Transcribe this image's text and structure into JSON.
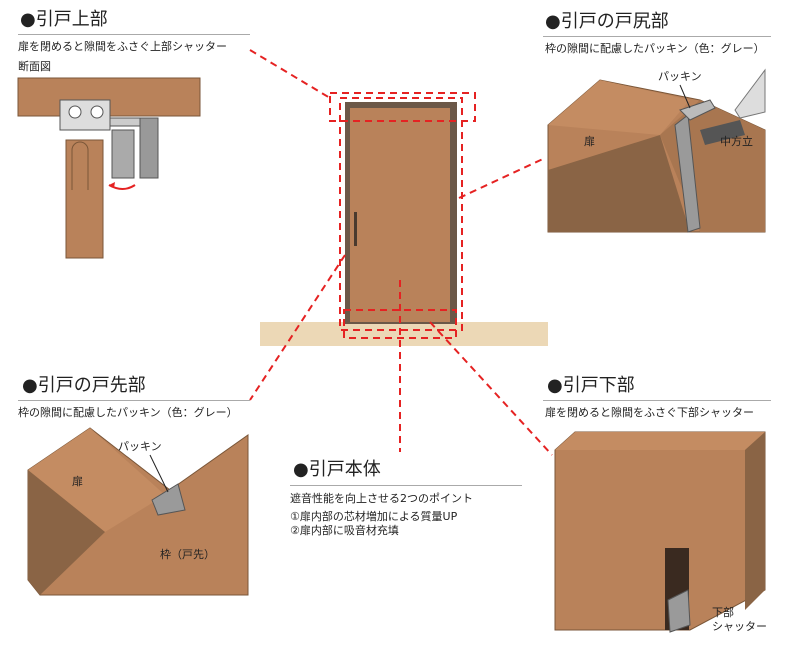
{
  "sections": {
    "top": {
      "title": "●引戸上部",
      "desc": "扉を閉めると隙間をふさぐ上部シャッター",
      "sub": "断面図"
    },
    "tail": {
      "title": "●引戸の戸尻部",
      "desc": "枠の隙間に配慮したパッキン（色：グレー）",
      "labels": {
        "door": "扉",
        "packing": "パッキン",
        "mullion": "中方立"
      }
    },
    "lead": {
      "title": "●引戸の戸先部",
      "desc": "枠の隙間に配慮したパッキン（色：グレー）",
      "labels": {
        "door": "扉",
        "packing": "パッキン",
        "frame": "枠（戸先）"
      }
    },
    "body": {
      "title": "●引戸本体",
      "desc": "遮音性能を向上させる2つのポイント",
      "points": [
        "①扉内部の芯材増加による質量UP",
        "②扉内部に吸音材充填"
      ]
    },
    "bottom": {
      "title": "●引戸下部",
      "desc": "扉を閉めると隙間をふさぐ下部シャッター",
      "labels": {
        "shutter_1": "下部",
        "shutter_2": "シャッター"
      }
    }
  },
  "colors": {
    "wood": "#b9825a",
    "wood_dark": "#8a6445",
    "floor": "#ecd8b6",
    "highlight": "#e52222",
    "packing": "#9a9a9a"
  }
}
